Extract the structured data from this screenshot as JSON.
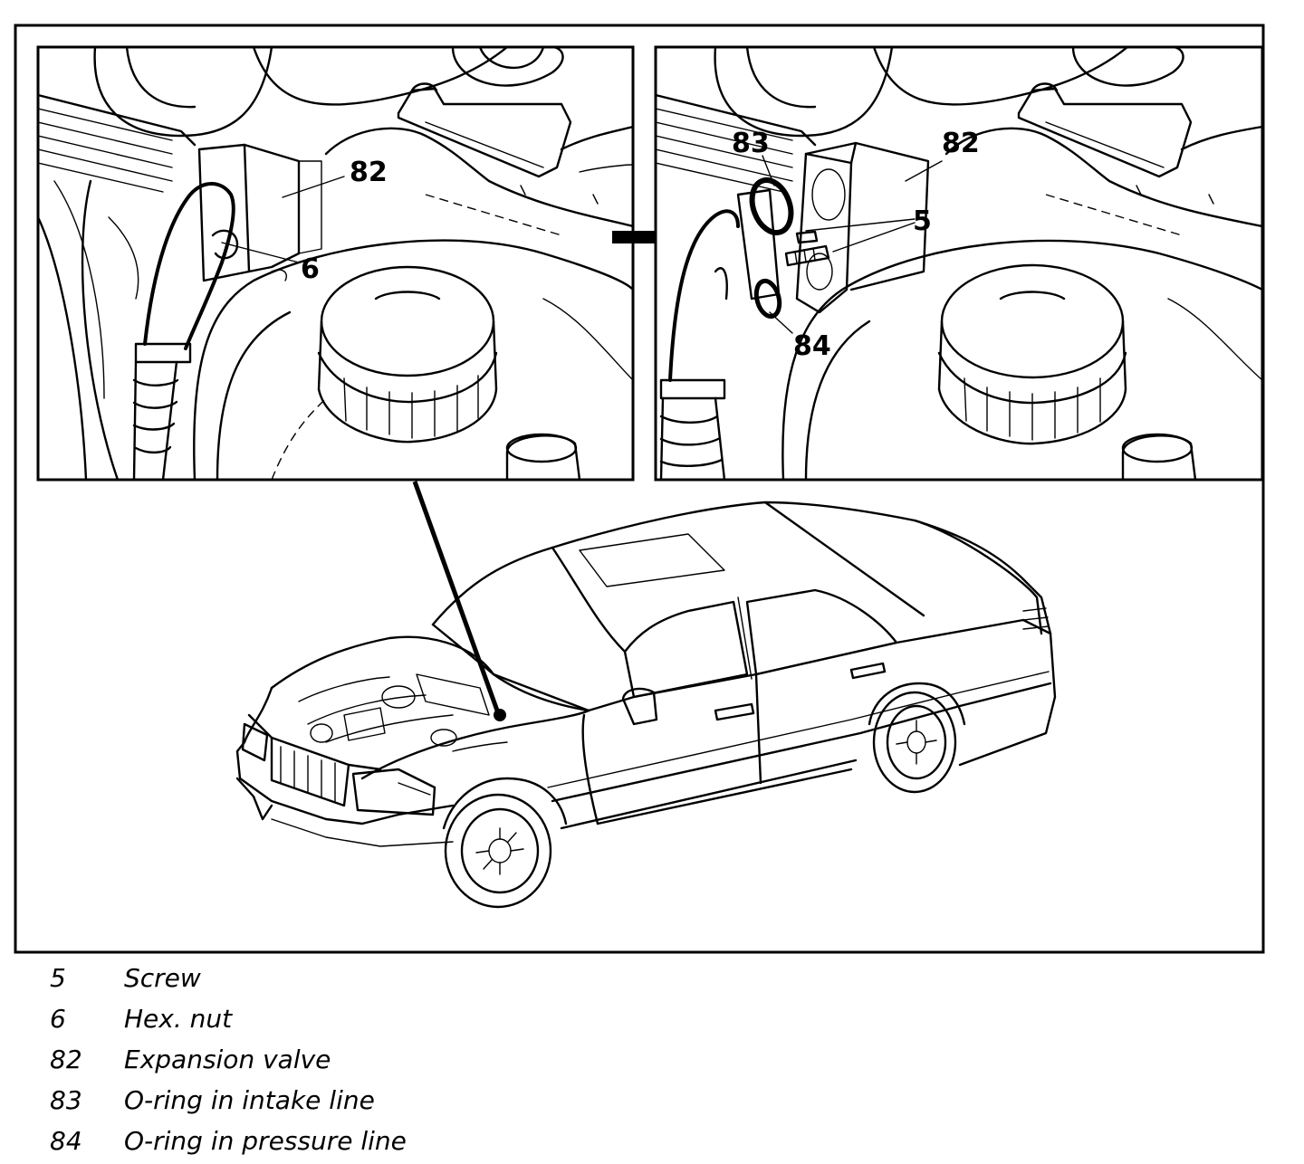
{
  "callouts": {
    "left_panel": {
      "c82": "82",
      "c6": "6"
    },
    "right_panel": {
      "c83": "83",
      "c82": "82",
      "c5": "5",
      "c84": "84"
    }
  },
  "legend": [
    {
      "number": "5",
      "description": "Screw"
    },
    {
      "number": "6",
      "description": "Hex. nut"
    },
    {
      "number": "82",
      "description": "Expansion valve"
    },
    {
      "number": "83",
      "description": "O-ring in intake line"
    },
    {
      "number": "84",
      "description": "O-ring in pressure line"
    }
  ]
}
